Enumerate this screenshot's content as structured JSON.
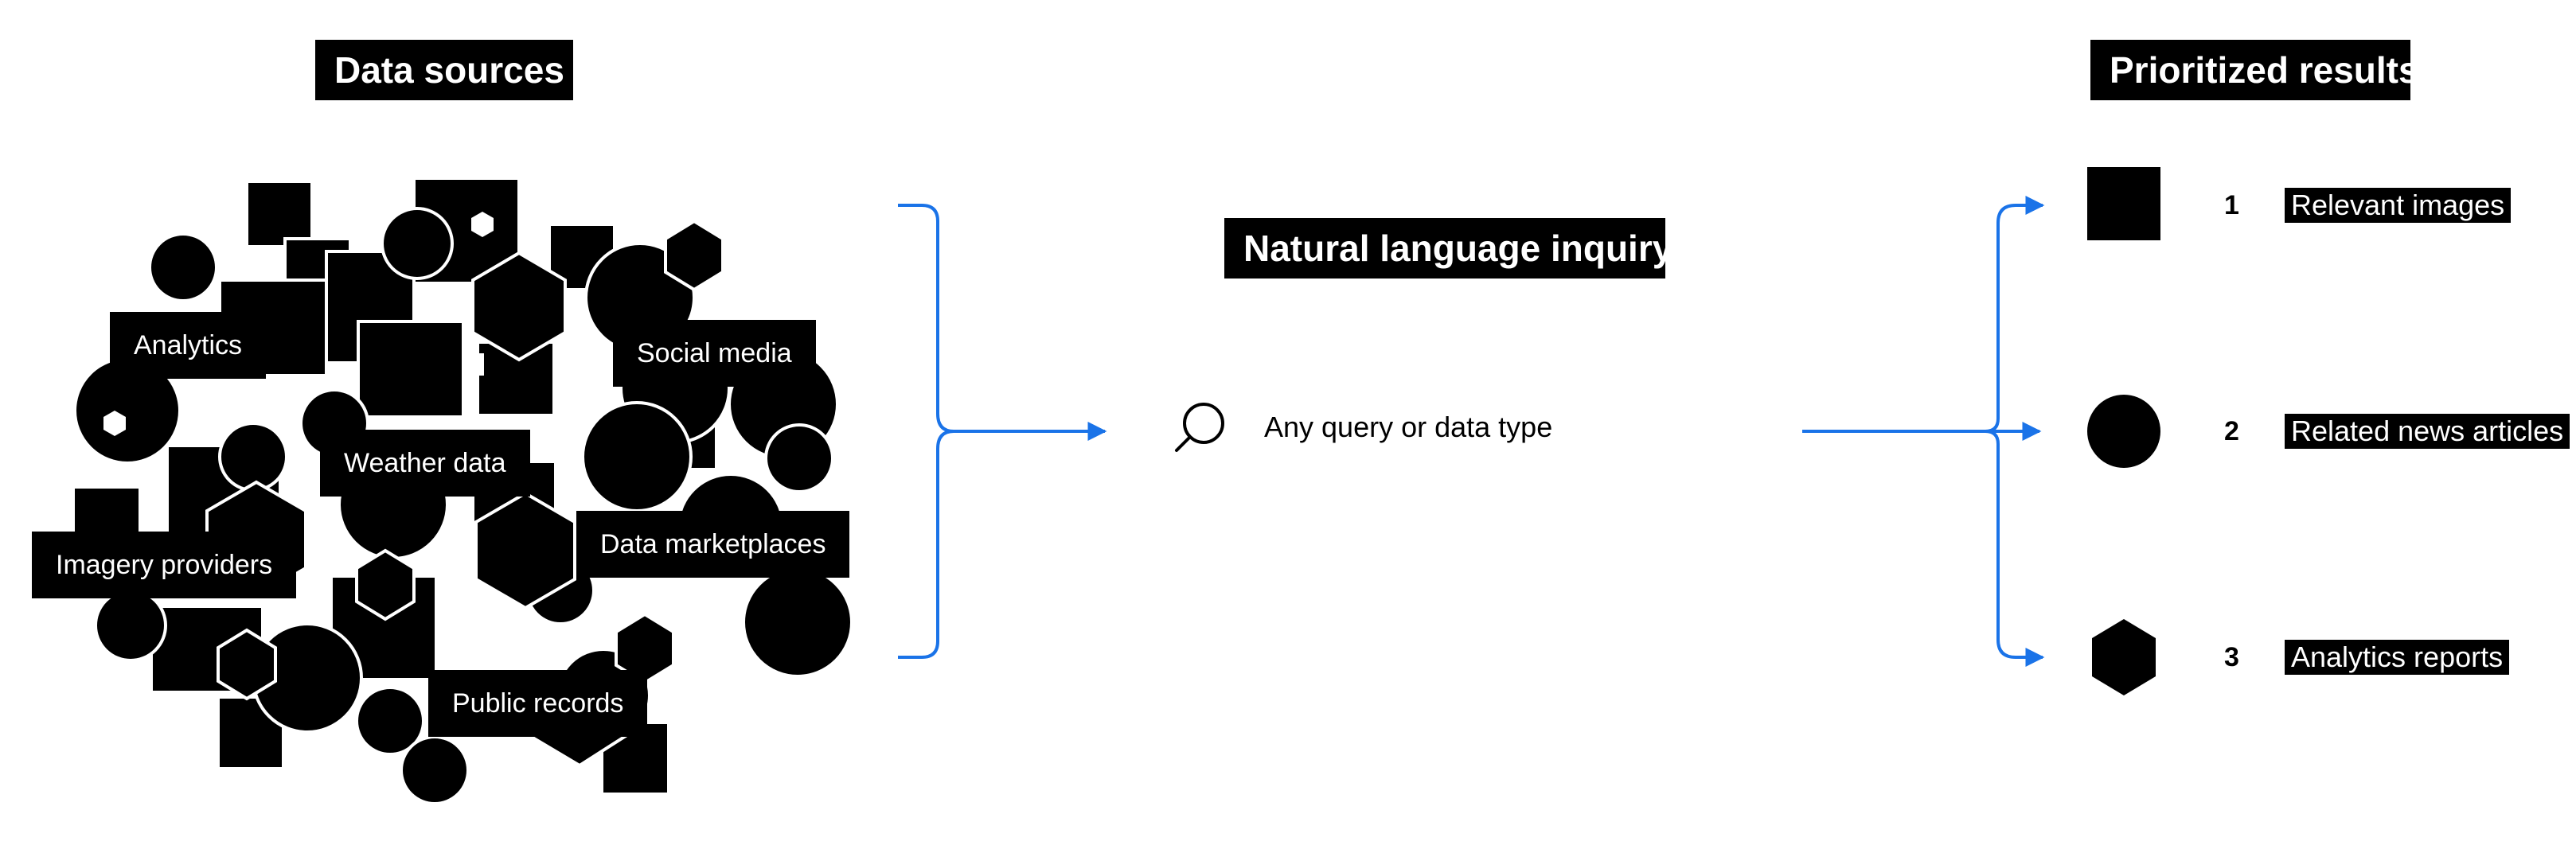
{
  "titles": {
    "data_sources": "Data sources",
    "inquiry": "Natural language inquiry",
    "results": "Prioritized results"
  },
  "sources": {
    "analytics": "Analytics",
    "social_media": "Social media",
    "weather_data": "Weather data",
    "imagery_providers": "Imagery providers",
    "data_marketplaces": "Data marketplaces",
    "public_records": "Public records"
  },
  "inquiry": {
    "query_text": "Any query or data type",
    "icon": "search-icon"
  },
  "results": [
    {
      "rank": "1",
      "label": "Relevant images",
      "icon": "square-icon"
    },
    {
      "rank": "2",
      "label": "Related news articles",
      "icon": "circle-icon"
    },
    {
      "rank": "3",
      "label": "Analytics reports",
      "icon": "hexagon-icon"
    }
  ],
  "colors": {
    "arrow": "#1a73e8",
    "shapes": "#000000",
    "label_bg": "#000000",
    "label_text": "#ffffff"
  }
}
